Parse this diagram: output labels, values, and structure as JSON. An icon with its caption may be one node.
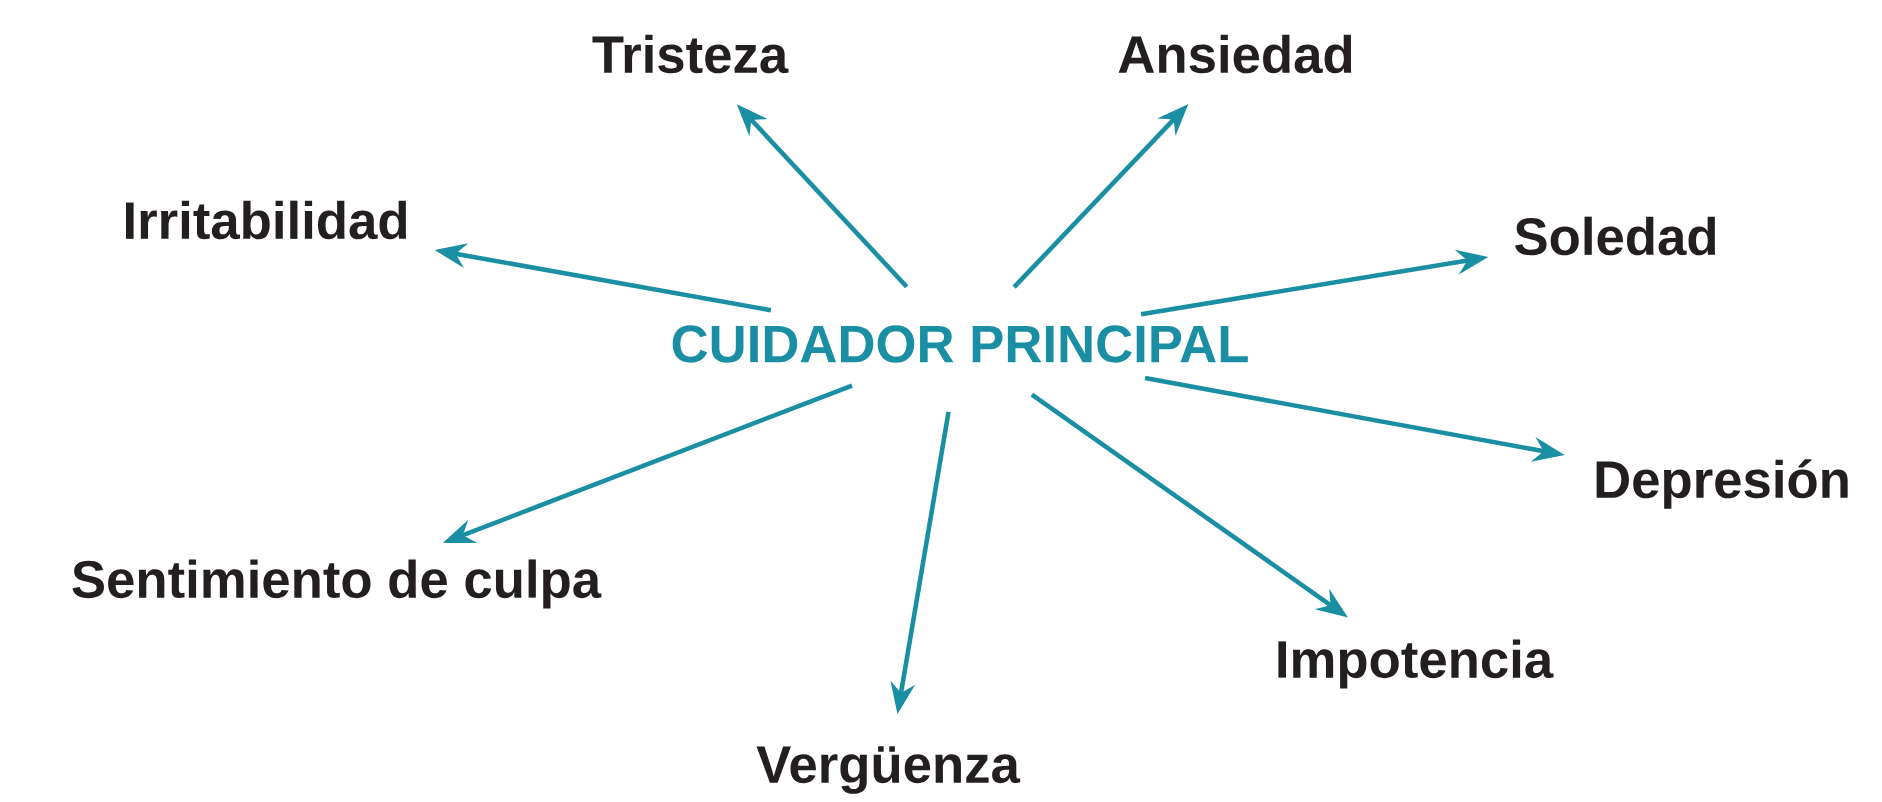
{
  "diagram": {
    "nodes": [
      {
        "text": [
          "CUIDADOR PRINCIPAL"
        ]
      },
      {
        "text": [
          "Tristeza"
        ]
      },
      {
        "text": [
          "Ansiedad"
        ]
      },
      {
        "text": [
          "Irritabilidad"
        ]
      },
      {
        "text": [
          "Soledad"
        ]
      },
      {
        "text": [
          "Sentimiento de culpa"
        ]
      },
      {
        "text": [
          "Depresión"
        ]
      },
      {
        "text": [
          "Impotencia"
        ]
      },
      {
        "text": [
          "Vergüenza"
        ]
      }
    ],
    "edges": [
      {
        "from": 0,
        "to": 1,
        "arrow": "to"
      },
      {
        "from": 0,
        "to": 2,
        "arrow": "to"
      },
      {
        "from": 0,
        "to": 3,
        "arrow": "to"
      },
      {
        "from": 0,
        "to": 4,
        "arrow": "to"
      },
      {
        "from": 0,
        "to": 5,
        "arrow": "to"
      },
      {
        "from": 0,
        "to": 6,
        "arrow": "to"
      },
      {
        "from": 0,
        "to": 7,
        "arrow": "to"
      },
      {
        "from": 0,
        "to": 8,
        "arrow": "to"
      }
    ]
  }
}
